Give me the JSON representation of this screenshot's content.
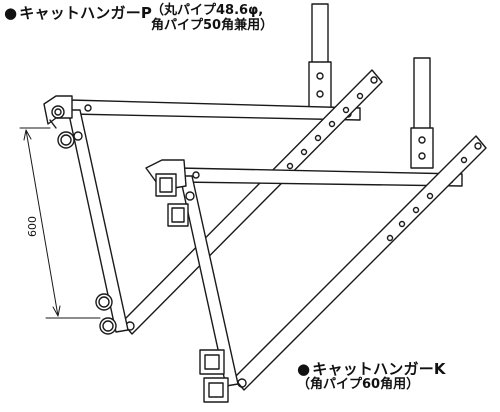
{
  "hanger_p": {
    "bullet": "●",
    "title": "キャットハンガーP",
    "spec_line1": "（丸パイプ48.6φ,",
    "spec_line2": "角パイプ50角兼用）"
  },
  "hanger_k": {
    "bullet": "●",
    "title": "キャットハンガーK",
    "spec_line1": "（角パイプ60角用）"
  },
  "dimension": {
    "value": "600"
  },
  "colors": {
    "stroke": "#1a1a1a",
    "fill": "#ffffff"
  }
}
